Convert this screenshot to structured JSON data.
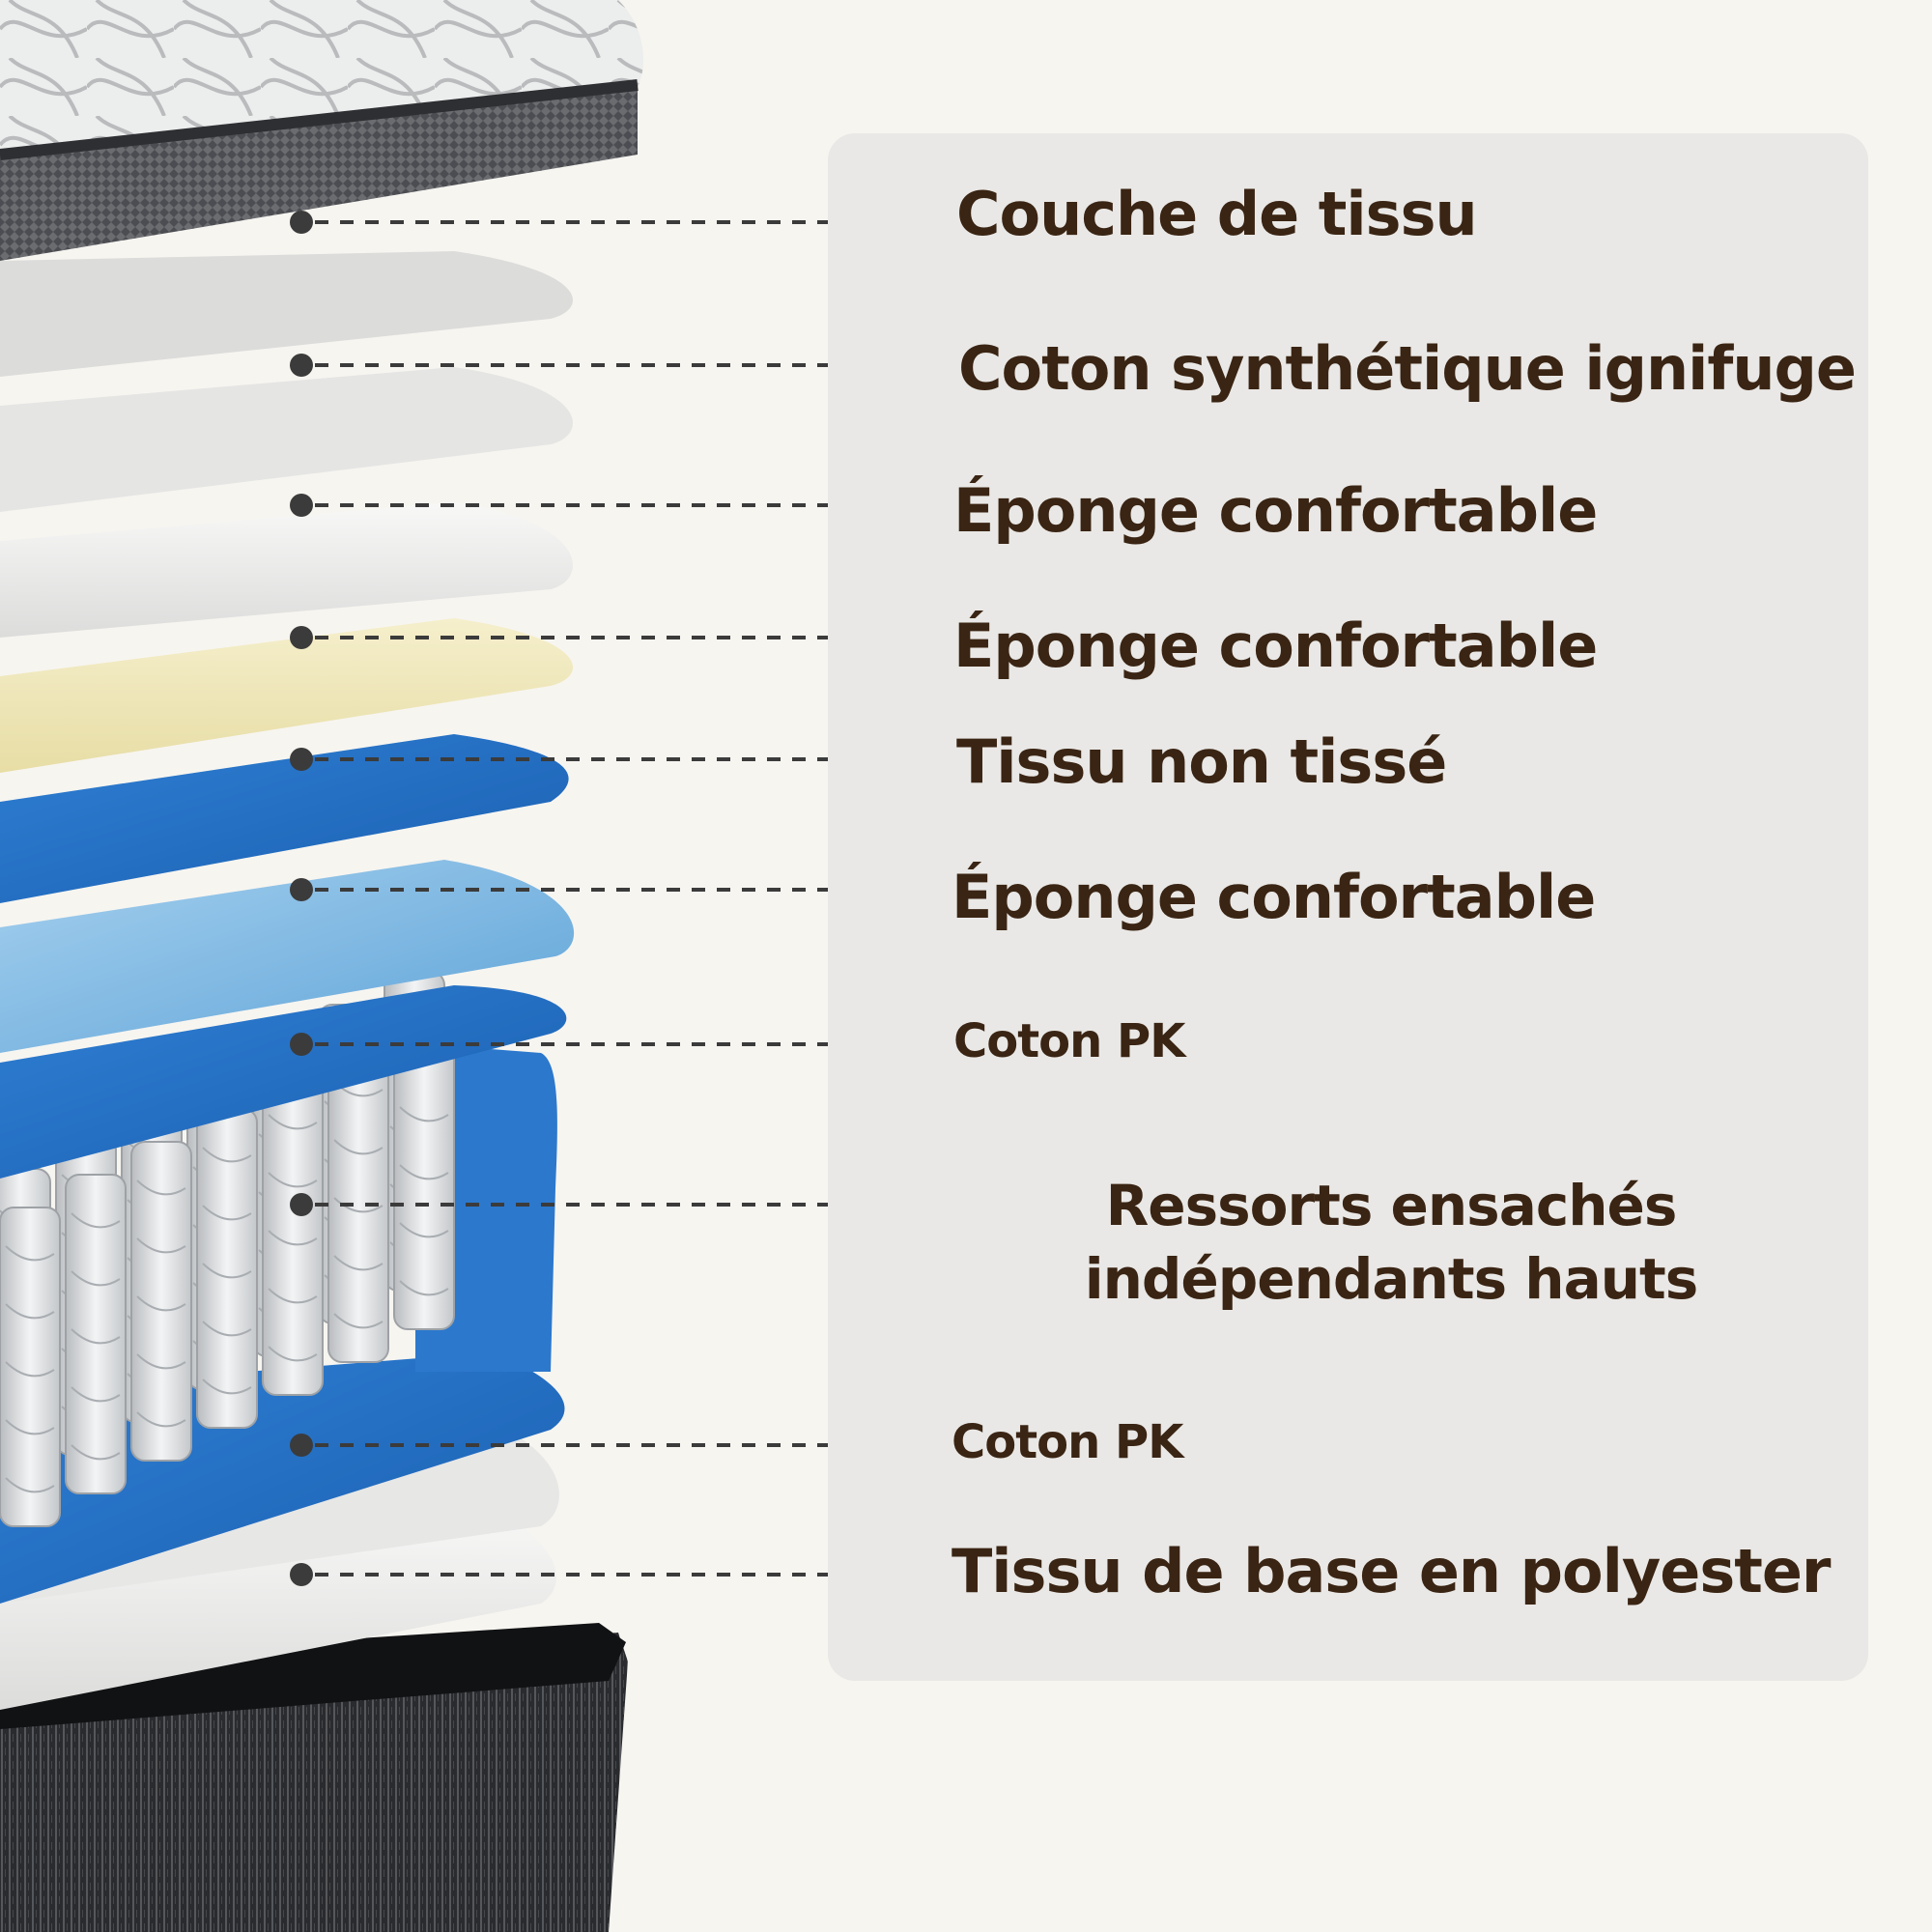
{
  "colors": {
    "background": "#f7f5f0",
    "panel": "#e9e8e6",
    "text": "#3a2413",
    "leader": "#3b3b3b",
    "tissu_top": "#4a4c50",
    "white_layer": "#f1f1f0",
    "cream_layer": "#efe7be",
    "blue_dark": "#1f6ec7",
    "blue_light": "#8fc1e6",
    "spring": "#dadcde",
    "base_box": "#2b2c2f"
  },
  "layers": [
    {
      "label": "Couche de tissu",
      "size": "big"
    },
    {
      "label": "Coton synthétique ignifuge",
      "size": "big"
    },
    {
      "label": "Éponge confortable",
      "size": "big"
    },
    {
      "label": "Éponge confortable",
      "size": "big"
    },
    {
      "label": "Tissu non tissé",
      "size": "big"
    },
    {
      "label": "Éponge confortable",
      "size": "big"
    },
    {
      "label": "Coton PK",
      "size": "small"
    },
    {
      "label": "Ressorts ensachés\nindépendants hauts",
      "size": "mid"
    },
    {
      "label": "Coton PK",
      "size": "small"
    },
    {
      "label": "Tissu de base en polyester",
      "size": "big"
    }
  ],
  "icons": [
    "mattress-layers-illustration",
    "pocket-spring-icon"
  ]
}
